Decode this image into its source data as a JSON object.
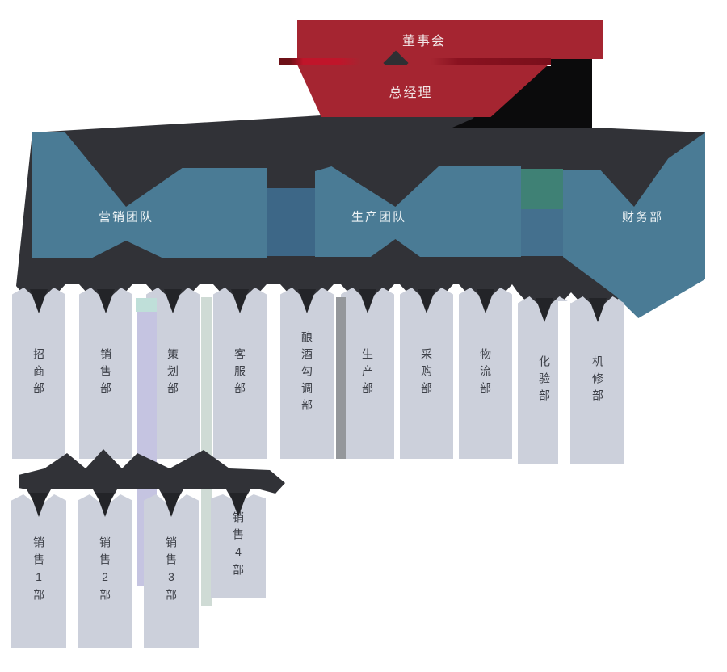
{
  "org": {
    "board": "董事会",
    "general_manager": "总经理",
    "teams": [
      {
        "label": "营销团队"
      },
      {
        "label": "生产团队"
      },
      {
        "label": "财务部"
      }
    ],
    "departments": [
      {
        "label": "招商部"
      },
      {
        "label": "销售部"
      },
      {
        "label": "策划部"
      },
      {
        "label": "客服部"
      },
      {
        "label": "酿酒勾调部"
      },
      {
        "label": "生产部"
      },
      {
        "label": "采购部"
      },
      {
        "label": "物流部"
      },
      {
        "label": "化验部"
      },
      {
        "label": "机修部"
      }
    ],
    "sales_sub_departments": [
      {
        "label": "销售1部"
      },
      {
        "label": "销售2部"
      },
      {
        "label": "销售3部"
      },
      {
        "label": "销售4部"
      }
    ]
  },
  "colors": {
    "red": "#a52531",
    "bright_red": "#c0152a",
    "dark_red": "#6e1118",
    "charcoal": "#313237",
    "black": "#0b0b0c",
    "steel_blue": "#4a7b95",
    "teal_patch": "#3f8175",
    "bridge_blue": "#3d6787",
    "light_box": "#ccd0db",
    "lavender_strip": "#c5c4e1",
    "box_text": "#3d4048",
    "label_text": "#f2e7e7"
  }
}
